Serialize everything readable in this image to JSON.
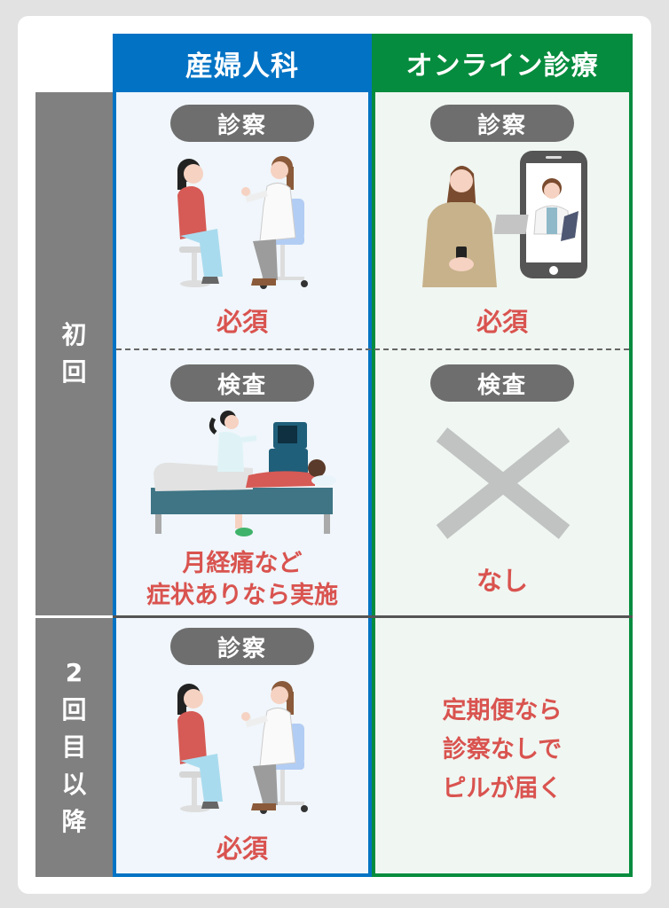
{
  "columns": [
    {
      "label": "産婦人科",
      "color": "#0273c4"
    },
    {
      "label": "オンライン診療",
      "color": "#068c3e"
    }
  ],
  "rows": [
    {
      "label_chars": [
        "初",
        "回"
      ]
    },
    {
      "label_chars": [
        "2",
        "回",
        "目",
        "以",
        "降"
      ]
    }
  ],
  "cells": {
    "first_clinic_exam": {
      "pill": "診察",
      "icon": "doctor-patient-consultation-illustration",
      "result": "必須"
    },
    "first_online_exam": {
      "pill": "診察",
      "icon": "smartphone-video-consultation-illustration",
      "result": "必須"
    },
    "first_clinic_test": {
      "pill": "検査",
      "icon": "ultrasound-exam-illustration",
      "result_lines": [
        "月経痛など",
        "症状ありなら実施"
      ]
    },
    "first_online_test": {
      "pill": "検査",
      "icon": "cross-mark-icon",
      "result": "なし"
    },
    "repeat_clinic": {
      "pill": "診察",
      "icon": "doctor-patient-consultation-illustration",
      "result": "必須"
    },
    "repeat_online": {
      "result_lines": [
        "定期便なら",
        "診察なしで",
        "ピルが届く"
      ]
    }
  },
  "colors": {
    "result_red": "#d9534f",
    "pill_gray": "#6e6e6e",
    "row_header_gray": "#808080"
  }
}
